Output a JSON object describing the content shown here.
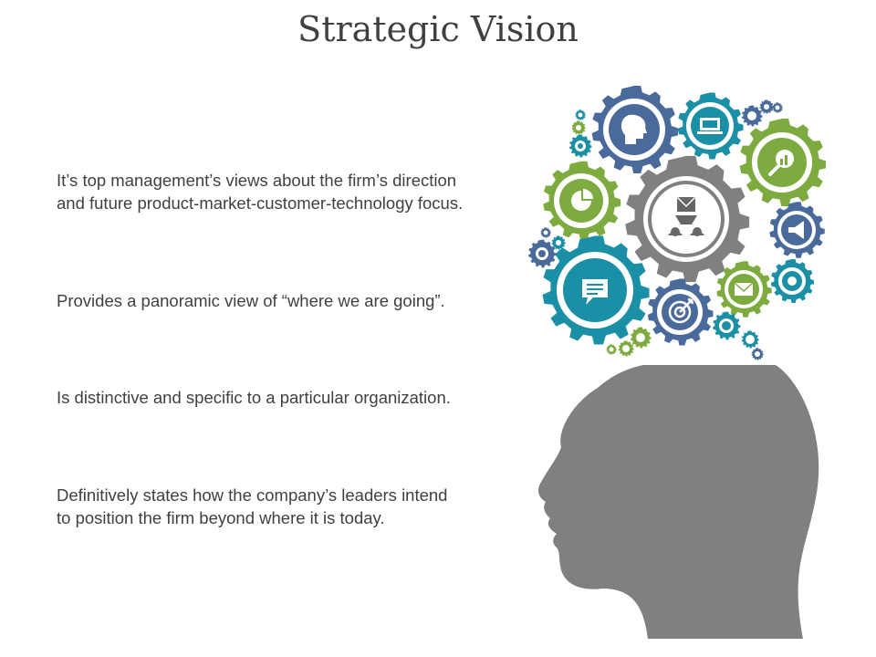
{
  "slide": {
    "title": "Strategic Vision",
    "points": [
      "It’s top management’s views about the firm’s direction\nand future product-market-customer-technology focus.",
      "Provides a panoramic view of “where we are going”.",
      "Is distinctive and specific to a particular organization.",
      "Definitively states how the company’s leaders intend\nto position the firm beyond where it is today."
    ]
  },
  "colors": {
    "navy": "#4a6a9b",
    "teal": "#1b8fa6",
    "green": "#7dab3f",
    "gray": "#808080",
    "text": "#404040"
  },
  "icons": [
    "person-head-icon",
    "laptop-icon",
    "magnifier-chart-icon",
    "pie-chart-icon",
    "hierarchy-icon",
    "megaphone-icon",
    "chat-icon",
    "target-icon",
    "envelope-icon"
  ]
}
